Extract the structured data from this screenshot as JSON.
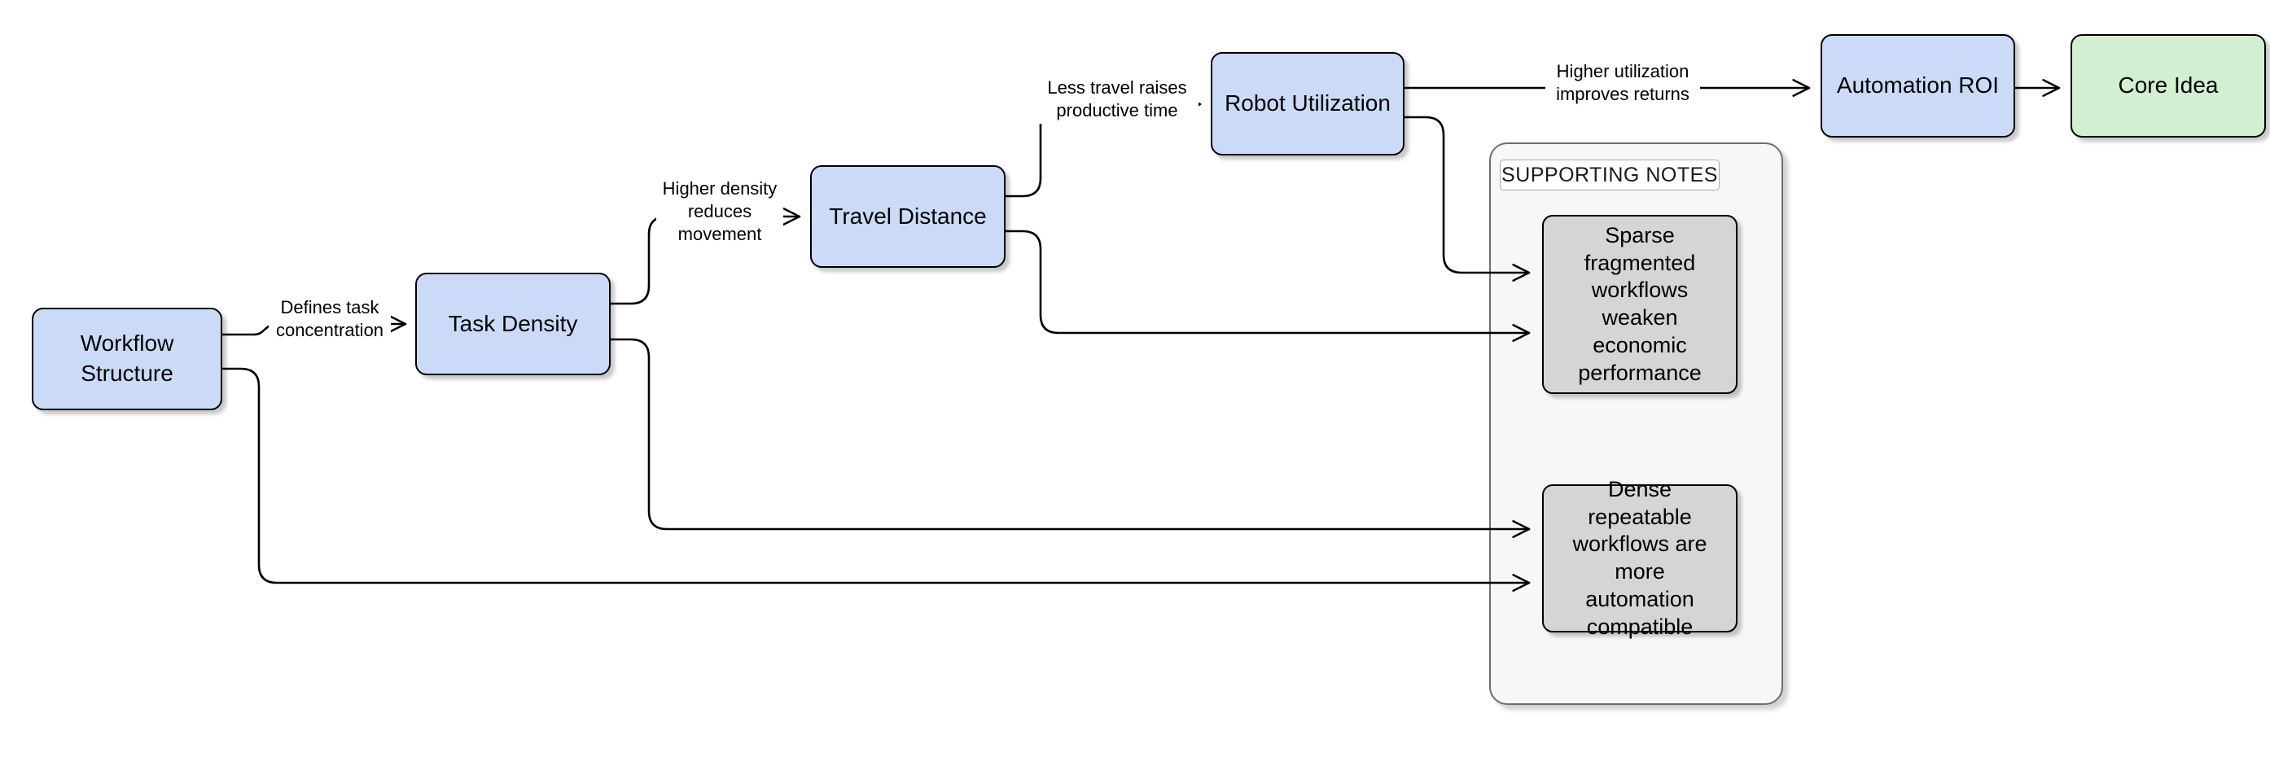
{
  "diagram": {
    "nodes": {
      "workflow_structure": {
        "label": "Workflow Structure"
      },
      "task_density": {
        "label": "Task Density"
      },
      "travel_distance": {
        "label": "Travel Distance"
      },
      "robot_utilization": {
        "label": "Robot Utilization"
      },
      "automation_roi": {
        "label": "Automation ROI"
      },
      "core_idea": {
        "label": "Core Idea"
      }
    },
    "edge_labels": {
      "workflow_to_density": "Defines task concentration",
      "density_to_travel": "Higher density reduces movement",
      "travel_to_utilization": "Less travel raises productive time",
      "utilization_to_roi": "Higher utilization improves returns"
    },
    "notes_panel": {
      "title": "SUPPORTING NOTES",
      "notes": [
        "Sparse fragmented workflows weaken economic performance",
        "Dense repeatable workflows are more automation compatible"
      ]
    },
    "colors": {
      "node_blue": "#cbdbf7",
      "node_green": "#d2efd2",
      "note_gray": "#d5d5d5",
      "panel_bg": "#f7f7f7",
      "panel_border": "#6e6e6e",
      "stroke": "#000000"
    }
  }
}
